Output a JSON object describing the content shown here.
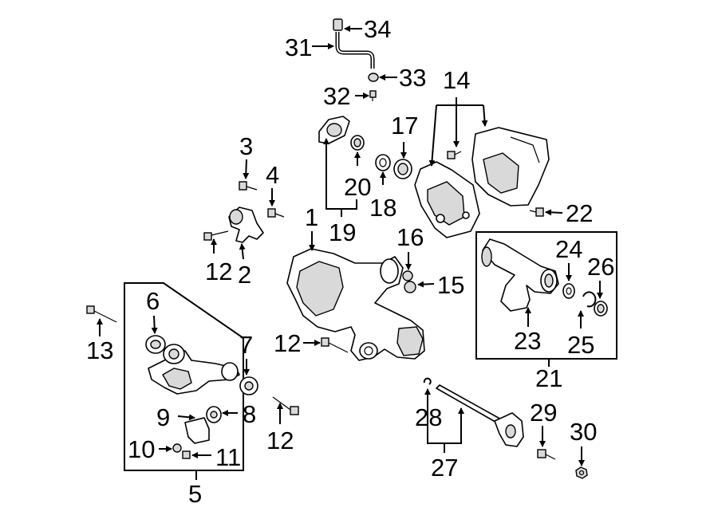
{
  "diagram": {
    "callouts": {
      "c1": "1",
      "c2": "2",
      "c3": "3",
      "c4": "4",
      "c5": "5",
      "c6": "6",
      "c7": "7",
      "c8": "8",
      "c9": "9",
      "c10": "10",
      "c11": "11",
      "c12a": "12",
      "c12b": "12",
      "c12c": "12",
      "c13": "13",
      "c14": "14",
      "c15": "15",
      "c16": "16",
      "c17": "17",
      "c18": "18",
      "c19": "19",
      "c20": "20",
      "c21": "21",
      "c22": "22",
      "c23": "23",
      "c24": "24",
      "c25": "25",
      "c26": "26",
      "c27": "27",
      "c28": "28",
      "c29": "29",
      "c30": "30",
      "c31": "31",
      "c32": "32",
      "c33": "33",
      "c34": "34"
    }
  }
}
